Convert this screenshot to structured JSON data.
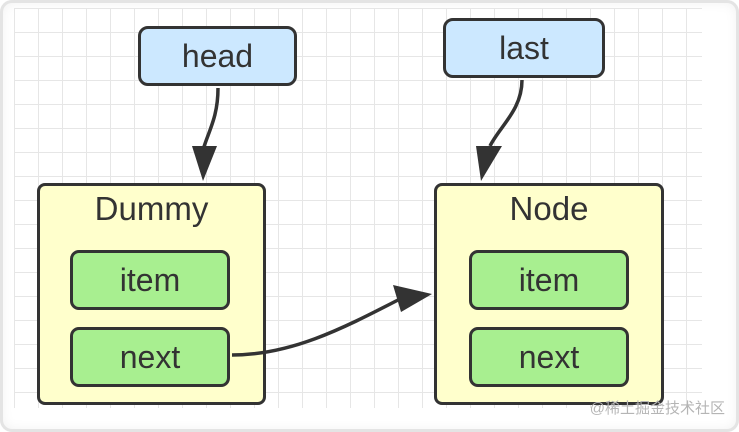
{
  "pointers": {
    "head": "head",
    "last": "last"
  },
  "nodes": {
    "dummy": {
      "title": "Dummy",
      "item": "item",
      "next": "next"
    },
    "node": {
      "title": "Node",
      "item": "item",
      "next": "next"
    }
  },
  "watermark": "@稀土掘金技术社区",
  "colors": {
    "pointer_fill": "#cce8ff",
    "node_fill": "#ffffcc",
    "field_fill": "#a8ef90",
    "outline": "#333333"
  }
}
